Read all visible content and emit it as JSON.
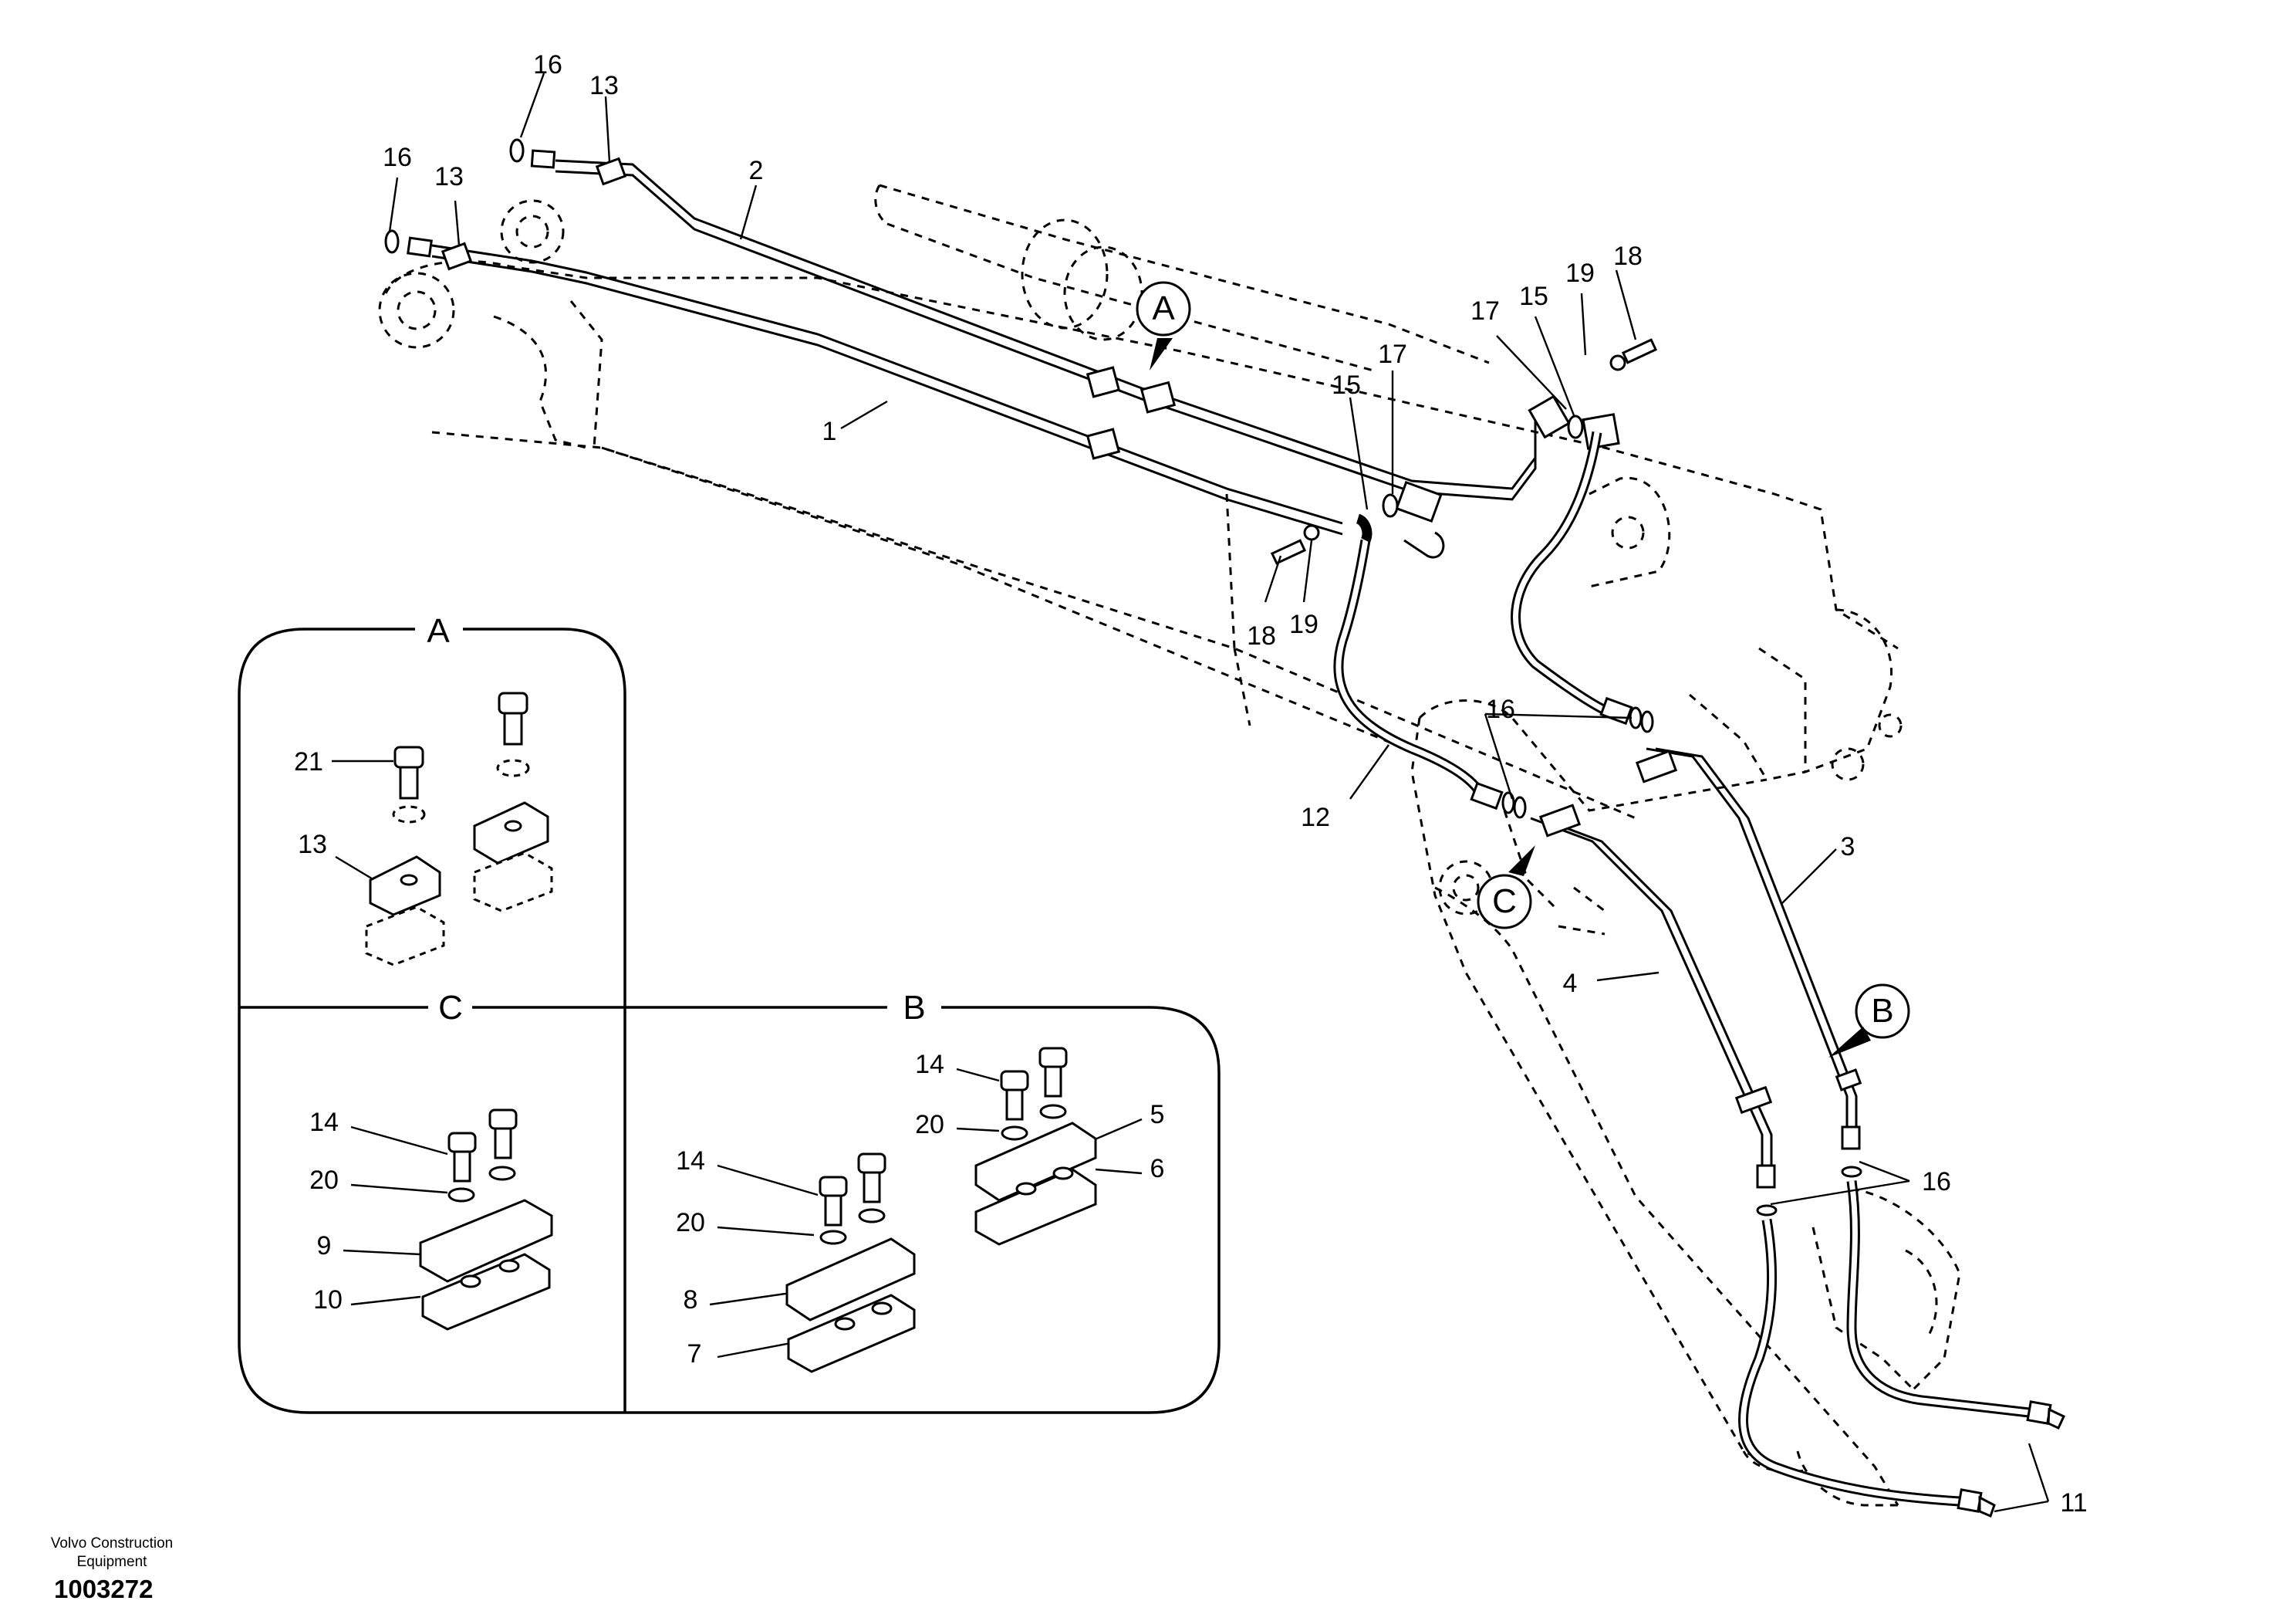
{
  "callouts": {
    "c1": "1",
    "c2": "2",
    "c3": "3",
    "c4": "4",
    "c11": "11",
    "c12": "12",
    "c13a": "13",
    "c13b": "13",
    "c15a": "15",
    "c15b": "15",
    "c16a": "16",
    "c16b": "16",
    "c16c": "16",
    "c16d": "16",
    "c17a": "17",
    "c17b": "17",
    "c18a": "18",
    "c18b": "18",
    "c19a": "19",
    "c19b": "19"
  },
  "markers": {
    "a": "A",
    "b": "B",
    "c": "C"
  },
  "detail_panels": {
    "a": {
      "title": "A",
      "labels": {
        "bolt": "21",
        "clamp": "13"
      }
    },
    "c": {
      "title": "C",
      "labels": {
        "bolt": "14",
        "washer": "20",
        "upper": "9",
        "lower": "10"
      }
    },
    "b": {
      "title": "B",
      "labels": {
        "bolt1": "14",
        "washer1": "20",
        "upper1": "5",
        "lower1": "6",
        "bolt2": "14",
        "washer2": "20",
        "upper2": "8",
        "lower2": "7"
      }
    }
  },
  "footer": {
    "company": "Volvo Construction Equipment",
    "drawing_number": "1003272"
  }
}
